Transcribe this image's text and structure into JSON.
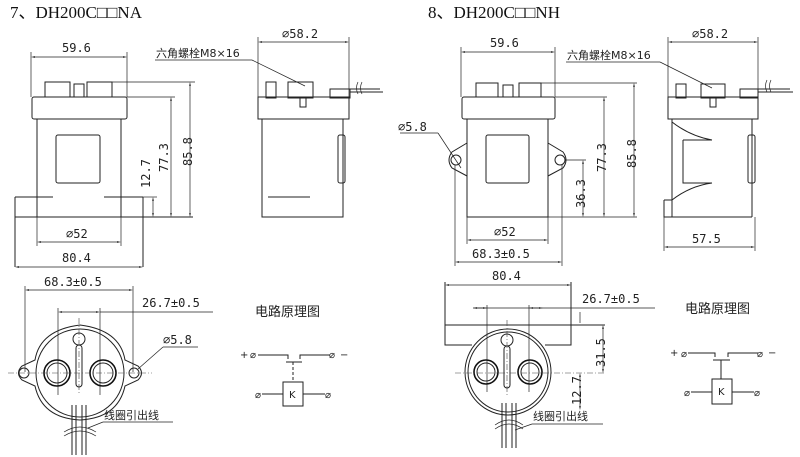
{
  "models": [
    {
      "title": "7、DH200C□□NA",
      "dims": {
        "width_top": "59.6",
        "height_total": "85.8",
        "height_body": "77.3",
        "base_height": "12.7",
        "body_dia": "⌀52",
        "base_width": "80.4",
        "side_dia": "⌀58.2",
        "mount_span": "68.3±0.5",
        "terminal_spacing": "26.7±0.5",
        "hole_dia": "⌀5.8"
      },
      "bolt_label": "六角螺栓M8×16",
      "coil_lead_label": "线圈引出线",
      "circuit": {
        "title": "电路原理图",
        "plus": "+",
        "minus": "−",
        "coil": "K",
        "terminal": "⌀"
      }
    },
    {
      "title": "8、DH200C□□NH",
      "dims": {
        "width_top": "59.6",
        "height_total": "85.8",
        "height_body": "77.3",
        "ear_height": "36.3",
        "hole_dia": "⌀5.8",
        "body_dia": "⌀52",
        "mount_span": "68.3±0.5",
        "side_dia": "⌀58.2",
        "side_depth": "57.5",
        "base_width": "80.4",
        "terminal_spacing": "26.7±0.5",
        "plate_offset": "31.5",
        "base_height": "12.7"
      },
      "bolt_label": "六角螺栓M8×16",
      "coil_lead_label": "线圈引出线",
      "circuit": {
        "title": "电路原理图",
        "plus": "+",
        "minus": "−",
        "coil": "K",
        "terminal": "⌀"
      }
    }
  ]
}
